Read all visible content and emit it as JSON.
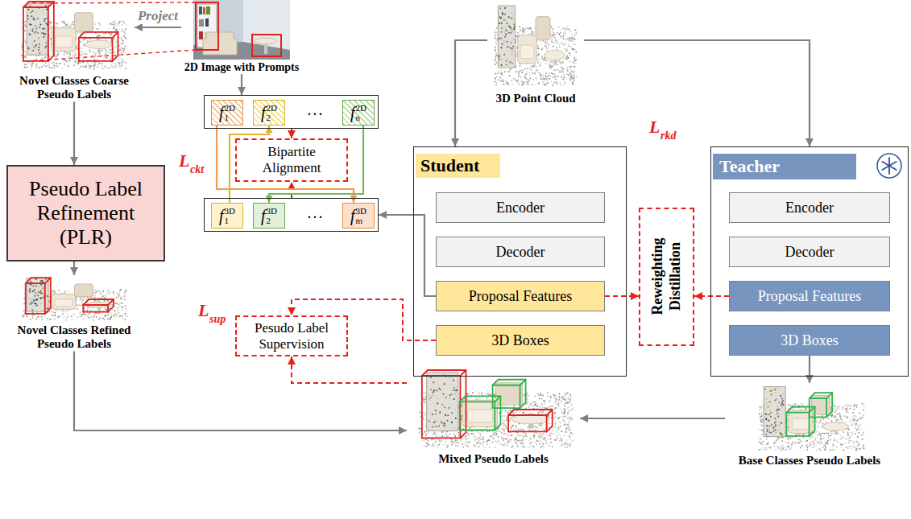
{
  "diagram": {
    "nodes": [
      {
        "text": [
          "Novel Classes Coarse Pseudo Labels"
        ]
      },
      {
        "text": [
          "2D Image with Prompts"
        ]
      },
      {
        "text": [
          "3D Point Cloud"
        ]
      },
      {
        "text": [
          "Pseudo Label Refinement (PLR)"
        ]
      },
      {
        "text": [
          "..."
        ]
      },
      {
        "text": [
          "f",
          "1",
          "2D"
        ],
        "in": 4
      },
      {
        "text": [
          "f",
          "2",
          "2D"
        ],
        "in": 4
      },
      {
        "text": [
          "f",
          "n",
          "2D"
        ],
        "in": 4
      },
      {
        "text": [
          "Bipartite Alignment"
        ]
      },
      {
        "text": [
          "..."
        ]
      },
      {
        "text": [
          "f",
          "1",
          "3D"
        ],
        "in": 9
      },
      {
        "text": [
          "f",
          "2",
          "3D"
        ],
        "in": 9
      },
      {
        "text": [
          "f",
          "m",
          "3D"
        ],
        "in": 9
      },
      {
        "text": [
          "Student"
        ]
      },
      {
        "text": [
          "Encoder"
        ],
        "in": 13
      },
      {
        "text": [
          "Decoder"
        ],
        "in": 13
      },
      {
        "text": [
          "Proposal Features"
        ],
        "in": 13
      },
      {
        "text": [
          "3D Boxes"
        ],
        "in": 13
      },
      {
        "text": [
          "Reweighting Distillation"
        ]
      },
      {
        "text": [
          "Teacher"
        ]
      },
      {
        "text": [
          "Encoder"
        ],
        "in": 19
      },
      {
        "text": [
          "Decoder"
        ],
        "in": 19
      },
      {
        "text": [
          "Proposal Features"
        ],
        "in": 19
      },
      {
        "text": [
          "3D Boxes"
        ],
        "in": 19
      },
      {
        "text": [
          "Novel Classes Refined Pseudo Labels"
        ]
      },
      {
        "text": [
          "Pesudo Label Supervision"
        ]
      },
      {
        "text": [
          "Mixed Pseudo Labels"
        ]
      },
      {
        "text": [
          "Base Classes Pseudo Labels"
        ]
      }
    ],
    "edges": [
      {
        "from": 1,
        "to": 0,
        "label": "Project",
        "arrow": "to"
      },
      {
        "from": 0,
        "to": 3,
        "arrow": "to"
      },
      {
        "from": 3,
        "to": 24,
        "arrow": "to"
      },
      {
        "from": 1,
        "to": 4,
        "arrow": "to"
      },
      {
        "from": 4,
        "to": 8,
        "arrow": "to"
      },
      {
        "from": 9,
        "to": 8,
        "arrow": "to"
      },
      {
        "from": 5,
        "to": 12,
        "arrow": "to"
      },
      {
        "from": 10,
        "to": 6,
        "arrow": "to"
      },
      {
        "from": 7,
        "to": 11,
        "arrow": "to"
      },
      {
        "from": 16,
        "to": 9,
        "arrow": "to"
      },
      {
        "from": 2,
        "to": 13,
        "arrow": "to"
      },
      {
        "from": 2,
        "to": 19,
        "arrow": "to"
      },
      {
        "from": 16,
        "to": 18,
        "arrow": "to"
      },
      {
        "from": 22,
        "to": 18,
        "arrow": "to"
      },
      {
        "from": 23,
        "to": 27,
        "arrow": "to"
      },
      {
        "from": 27,
        "to": 26,
        "arrow": "to"
      },
      {
        "from": 24,
        "to": 26,
        "arrow": "to"
      },
      {
        "from": 17,
        "to": 25,
        "arrow": "to"
      },
      {
        "from": 26,
        "to": 25,
        "arrow": "to"
      }
    ],
    "labels": [
      "L",
      "ckt",
      "L",
      "sup",
      "L",
      "rkd"
    ]
  }
}
